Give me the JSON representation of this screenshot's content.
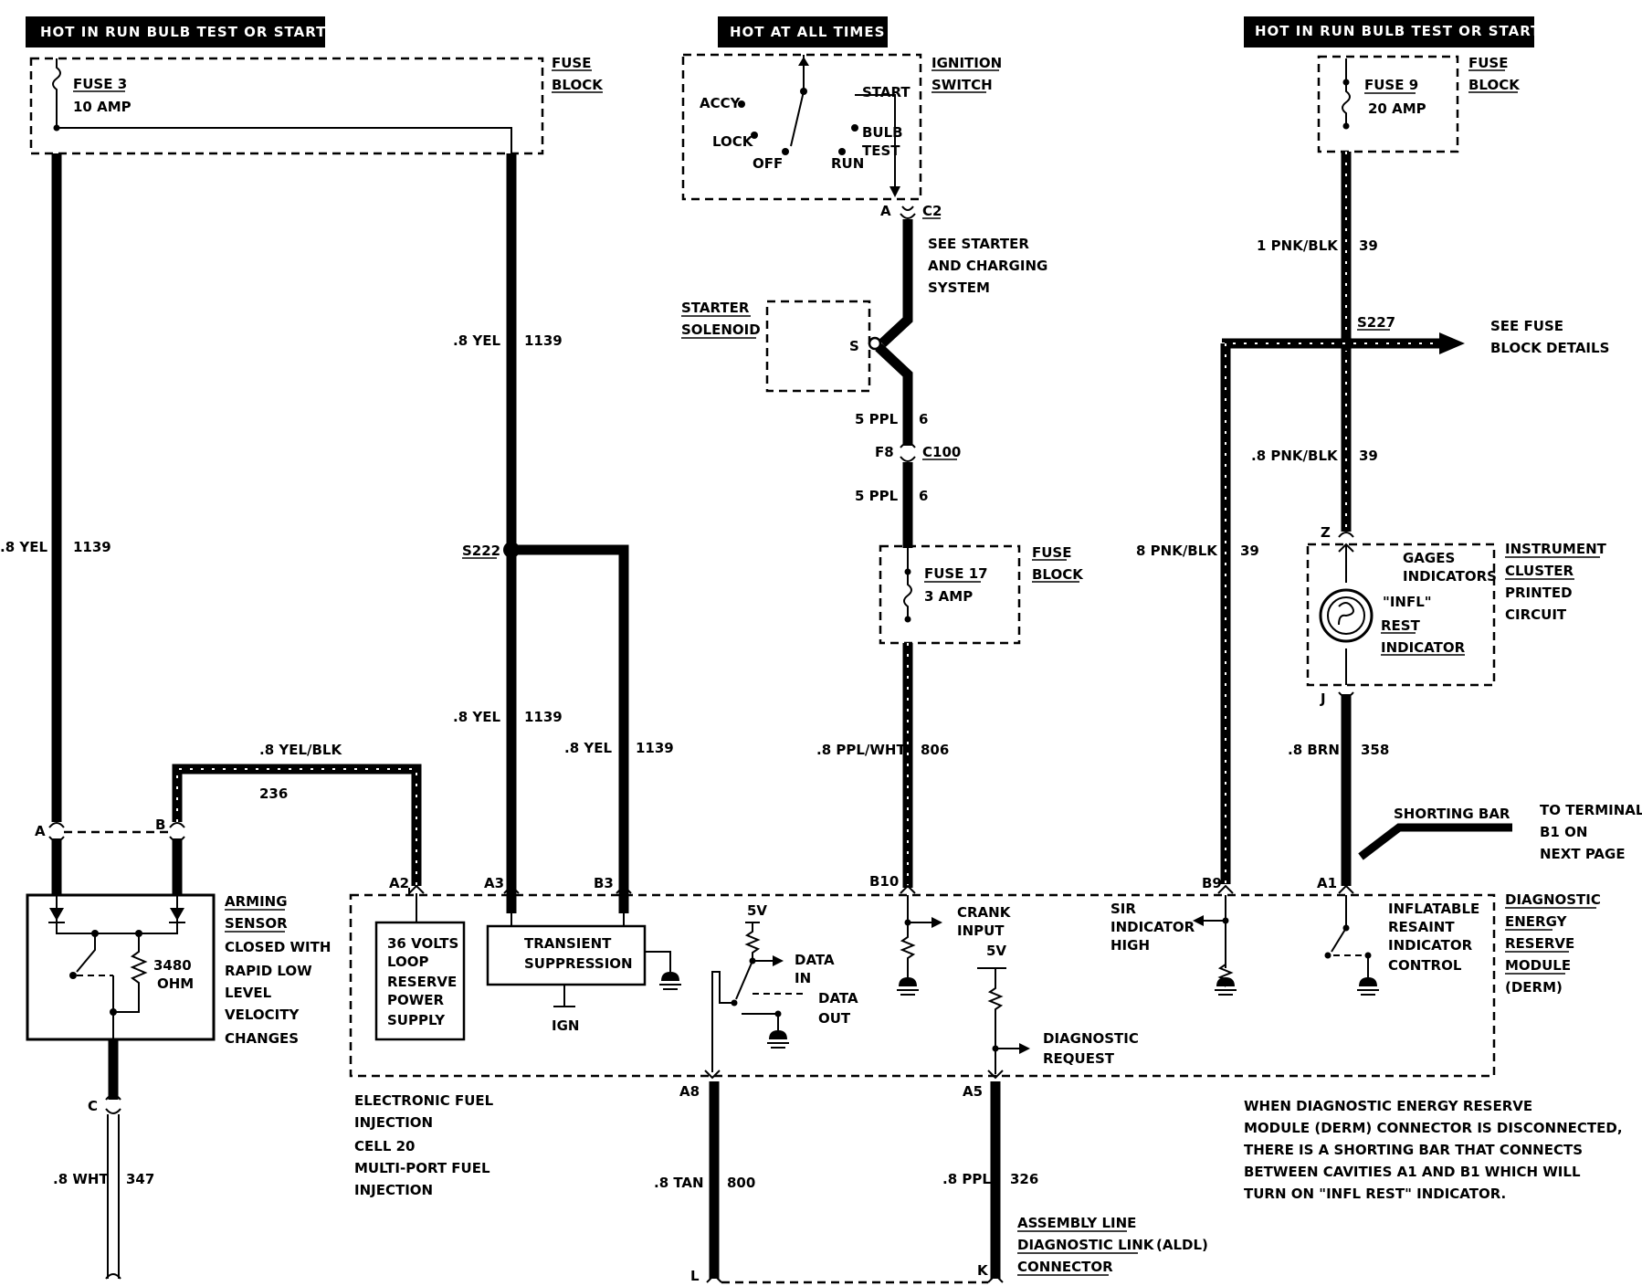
{
  "headers": {
    "left": "HOT IN RUN  BULB TEST OR START",
    "center": "HOT AT ALL TIMES",
    "right": "HOT IN RUN  BULB TEST OR START"
  },
  "fuse_block_left": {
    "fuse": "FUSE 3",
    "rating": "10 AMP",
    "label1": "FUSE",
    "label2": "BLOCK"
  },
  "fuse_block_right": {
    "fuse": "FUSE 9",
    "rating": "20 AMP",
    "label1": "FUSE",
    "label2": "BLOCK"
  },
  "fuse_block_mid": {
    "fuse": "FUSE 17",
    "rating": "3 AMP",
    "label1": "FUSE",
    "label2": "BLOCK"
  },
  "ignition": {
    "label1": "IGNITION",
    "label2": "SWITCH",
    "accy": "ACCY",
    "lock": "LOCK",
    "off": "OFF",
    "run": "RUN",
    "start": "START",
    "bulb": "BULB",
    "test": "TEST"
  },
  "connectors": {
    "a": "A",
    "c2": "C2",
    "f8": "F8",
    "c100": "C100",
    "s": "S",
    "s222": "S222",
    "s227": "S227",
    "z": "Z",
    "j": "J",
    "conn_a": "A",
    "conn_b": "B",
    "conn_c": "C",
    "a2": "A2",
    "a3": "A3",
    "b3": "B3",
    "b10": "B10",
    "b9": "B9",
    "a1": "A1",
    "a8": "A8",
    "a5": "A5",
    "l": "L",
    "k": "K"
  },
  "wires": {
    "yel_left_color": ".8 YEL",
    "yel_left_num": "1139",
    "yel_top_color": ".8 YEL",
    "yel_top_num": "1139",
    "yel_a3_color": ".8 YEL",
    "yel_a3_num": "1139",
    "yel_b3_color": ".8 YEL",
    "yel_b3_num": "1139",
    "yelblk_color": ".8 YEL/BLK",
    "yelblk_num": "236",
    "wht_color": ".8 WHT",
    "wht_num": "347",
    "ppl1_color": "5 PPL",
    "ppl1_num": "6",
    "ppl2_color": "5 PPL",
    "ppl2_num": "6",
    "pplwht_color": ".8 PPL/WHT",
    "pplwht_num": "806",
    "pnkblk_top_color": "1 PNK/BLK",
    "pnkblk_top_num": "39",
    "pnkblk_mid_color": ".8 PNK/BLK",
    "pnkblk_mid_num": "39",
    "pnkblk_side_color": "8 PNK/BLK",
    "pnkblk_side_num": "39",
    "brn_color": ".8 BRN",
    "brn_num": "358",
    "tan_color": ".8 TAN",
    "tan_num": "800",
    "ppl_bot_color": ".8 PPL",
    "ppl_bot_num": "326"
  },
  "starter": {
    "line1": "SEE STARTER",
    "line2": "AND CHARGING",
    "line3": "SYSTEM",
    "sol1": "STARTER",
    "sol2": "SOLENOID"
  },
  "see_fuse": {
    "line1": "SEE FUSE",
    "line2": "BLOCK DETAILS"
  },
  "cluster": {
    "gages1": "GAGES",
    "gages2": "INDICATORS",
    "infl": "\"INFL\"",
    "rest": "REST",
    "indicator": "INDICATOR",
    "label1": "INSTRUMENT",
    "label2": "CLUSTER",
    "label3": "PRINTED",
    "label4": "CIRCUIT"
  },
  "shorting": {
    "bar": "SHORTING  BAR",
    "to1": "TO TERMINAL",
    "to2": "B1 ON",
    "to3": "NEXT PAGE"
  },
  "arming": {
    "l1": "ARMING",
    "l2": "SENSOR",
    "l3": "CLOSED WITH",
    "l4": "RAPID LOW",
    "l5": "LEVEL",
    "l6": "VELOCITY",
    "l7": "CHANGES",
    "ohm1": "3480",
    "ohm2": "OHM"
  },
  "derm": {
    "l1": "DIAGNOSTIC",
    "l2": "ENERGY",
    "l3": "RESERVE",
    "l4": "MODULE",
    "l5": "(DERM)",
    "ps1": "36 VOLTS",
    "ps2": "LOOP",
    "ps3": "RESERVE",
    "ps4": "POWER",
    "ps5": "SUPPLY",
    "ts1": "TRANSIENT",
    "ts2": "SUPPRESSION",
    "ign": "IGN",
    "v5a": "5V",
    "v5b": "5V",
    "datain1": "DATA",
    "datain2": "IN",
    "dataout1": "DATA",
    "dataout2": "OUT",
    "crank1": "CRANK",
    "crank2": "INPUT",
    "sir1": "SIR",
    "sir2": "INDICATOR",
    "sir3": "HIGH",
    "infl1": "INFLATABLE",
    "infl2": "RESAINT",
    "infl3": "INDICATOR",
    "infl4": "CONTROL",
    "diag1": "DIAGNOSTIC",
    "diag2": "REQUEST"
  },
  "efi": {
    "l1": "ELECTRONIC FUEL",
    "l2": "INJECTION",
    "l3": "CELL 20",
    "l4": "MULTI-PORT FUEL",
    "l5": "INJECTION"
  },
  "note": {
    "l1": "WHEN DIAGNOSTIC ENERGY RESERVE",
    "l2": "MODULE (DERM) CONNECTOR IS DISCONNECTED,",
    "l3": "THERE IS A SHORTING BAR THAT CONNECTS",
    "l4": "BETWEEN CAVITIES A1 AND B1 WHICH WILL",
    "l5": "TURN ON \"INFL REST\" INDICATOR."
  },
  "aldl": {
    "l1": "ASSEMBLY LINE",
    "l2": "DIAGNOSTIC LINK",
    "l2b": "(ALDL)",
    "l3": "CONNECTOR"
  }
}
